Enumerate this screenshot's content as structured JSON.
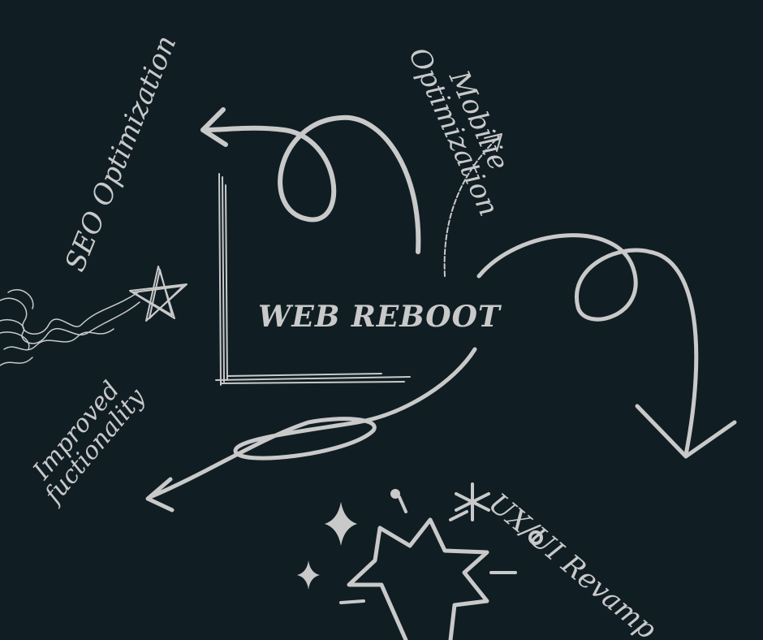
{
  "title": "WEB REBOOT",
  "labels": {
    "seo": "SEO Optimization",
    "mobile_line1": "Mobilie",
    "mobile_line2": "Optimization",
    "improved_line1": "Improved",
    "improved_line2": "fuctionality",
    "uxui": "UX/UI Revamp"
  },
  "colors": {
    "background": "#101e24",
    "ink": "#c9c9c9"
  },
  "icons": [
    "star-doodle-icon",
    "sparkle-icon",
    "burst-star-icon",
    "arrow-icon",
    "scribble-icon"
  ]
}
